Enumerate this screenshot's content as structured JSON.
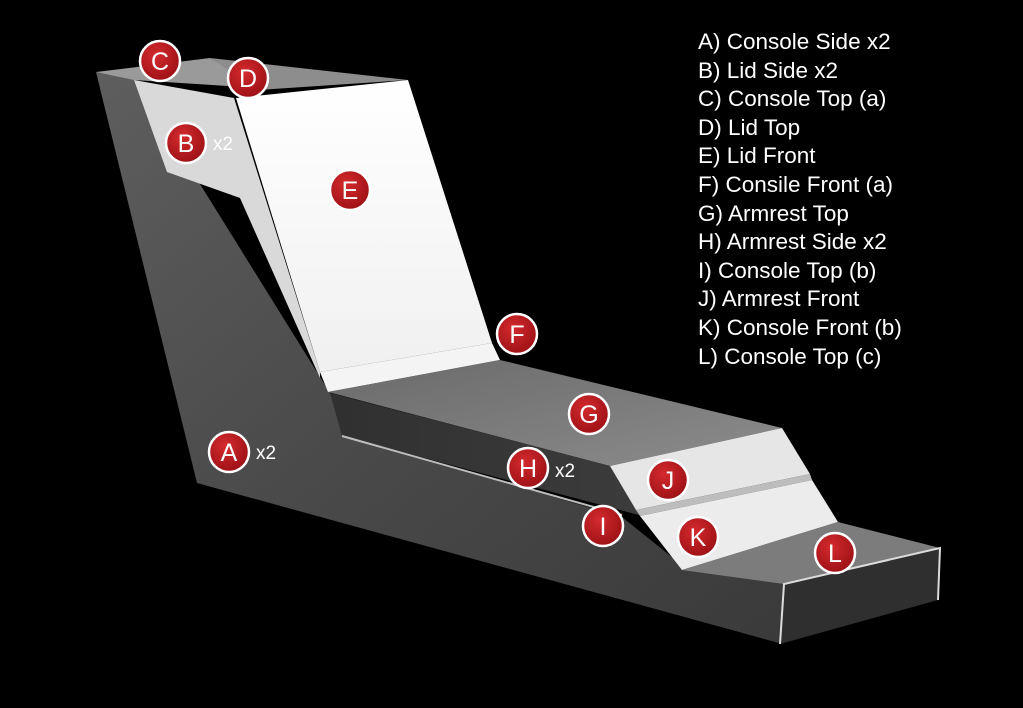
{
  "legend": [
    "A) Console Side x2",
    "B) Lid Side x2",
    "C) Console Top (a)",
    "D) Lid Top",
    "E) Lid Front",
    "F) Consile Front (a)",
    "G) Armrest Top",
    "H) Armrest Side x2",
    "I) Console Top (b)",
    "J) Armrest Front",
    "K) Console Front (b)",
    "L) Console Top (c)"
  ],
  "markers": {
    "A": {
      "letter": "A",
      "multiplier": "x2"
    },
    "B": {
      "letter": "B",
      "multiplier": "x2"
    },
    "C": {
      "letter": "C"
    },
    "D": {
      "letter": "D"
    },
    "E": {
      "letter": "E"
    },
    "F": {
      "letter": "F"
    },
    "G": {
      "letter": "G"
    },
    "H": {
      "letter": "H",
      "multiplier": "x2"
    },
    "I": {
      "letter": "I"
    },
    "J": {
      "letter": "J"
    },
    "K": {
      "letter": "K"
    },
    "L": {
      "letter": "L"
    }
  },
  "colors": {
    "background": "#000000",
    "badge_fill": "#b0161c",
    "badge_ring": "#ffffff",
    "text": "#ffffff"
  }
}
